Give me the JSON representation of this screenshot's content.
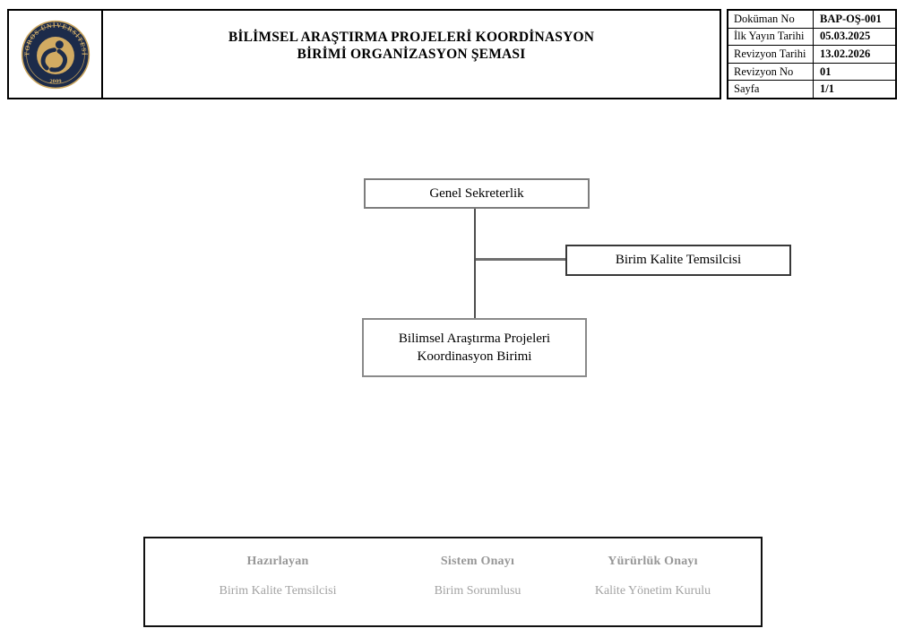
{
  "header": {
    "title_line1": "BİLİMSEL ARAŞTIRMA PROJELERİ KOORDİNASYON",
    "title_line2": "BİRİMİ ORGANİZASYON ŞEMASI",
    "logo": {
      "text_top": "TOROS ÜNİVERSİTESİ",
      "year": "2009",
      "navy": "#1c2b4a",
      "gold": "#cfa55f"
    },
    "meta": {
      "rows": [
        {
          "label": "Doküman No",
          "value": "BAP-OŞ-001"
        },
        {
          "label": "İlk Yayın Tarihi",
          "value": "05.03.2025"
        },
        {
          "label": "Revizyon Tarihi",
          "value": "13.02.2026"
        },
        {
          "label": "Revizyon No",
          "value": "01"
        },
        {
          "label": "Sayfa",
          "value": "1/1"
        }
      ]
    }
  },
  "org_chart": {
    "nodes": [
      {
        "label": "Genel Sekreterlik"
      },
      {
        "label": "Birim Kalite Temsilcisi"
      },
      {
        "line1": "Bilimsel Araştırma Projeleri",
        "line2": "Koordinasyon Birimi"
      }
    ]
  },
  "footer": {
    "columns": [
      {
        "title": "Hazırlayan",
        "value": "Birim Kalite Temsilcisi"
      },
      {
        "title": "Sistem Onayı",
        "value": "Birim Sorumlusu"
      },
      {
        "title": "Yürürlük Onayı",
        "value": "Kalite Yönetim Kurulu"
      }
    ]
  }
}
